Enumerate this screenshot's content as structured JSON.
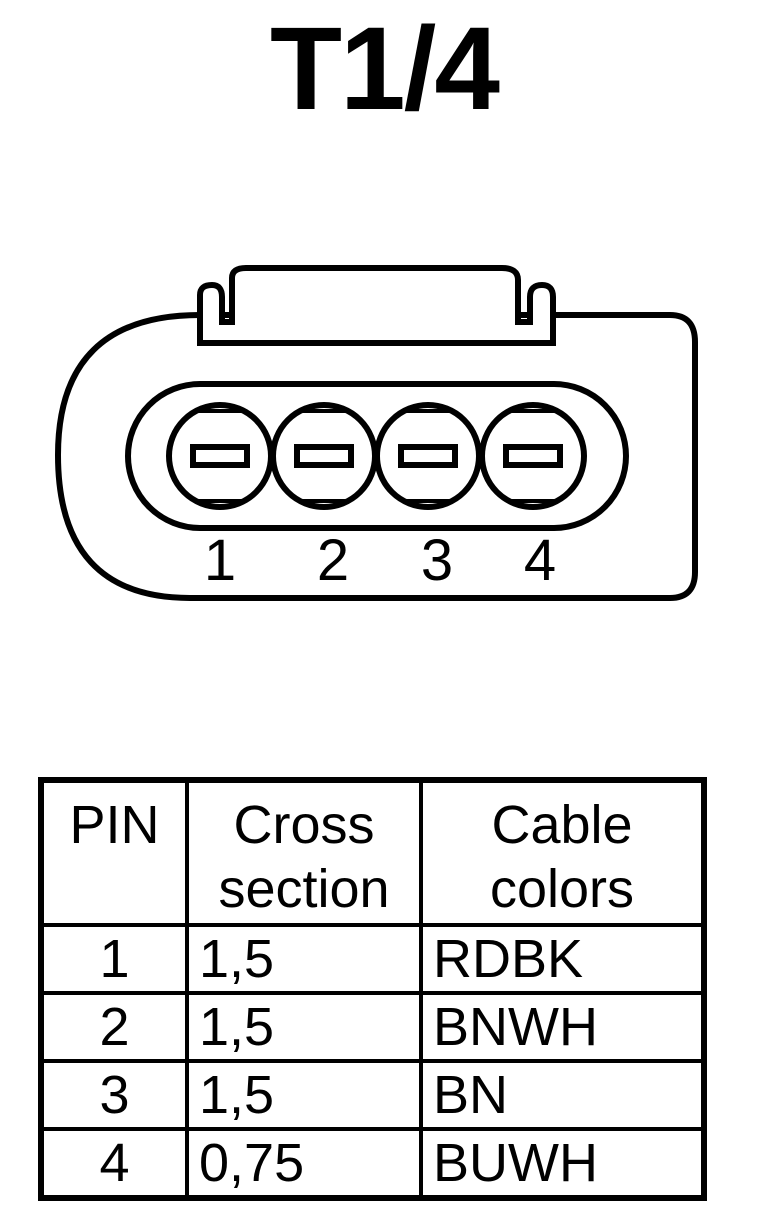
{
  "title": "T1/4",
  "connector": {
    "pin_labels": [
      "1",
      "2",
      "3",
      "4"
    ]
  },
  "table": {
    "headers": {
      "pin": [
        "PIN"
      ],
      "cross_section": [
        "Cross",
        "section"
      ],
      "cable_colors": [
        "Cable",
        "colors"
      ]
    },
    "rows": [
      {
        "pin": "1",
        "cross_section": "1,5",
        "color": "RDBK"
      },
      {
        "pin": "2",
        "cross_section": "1,5",
        "color": "BNWH"
      },
      {
        "pin": "3",
        "cross_section": "1,5",
        "color": "BN"
      },
      {
        "pin": "4",
        "cross_section": "0,75",
        "color": "BUWH"
      }
    ]
  }
}
